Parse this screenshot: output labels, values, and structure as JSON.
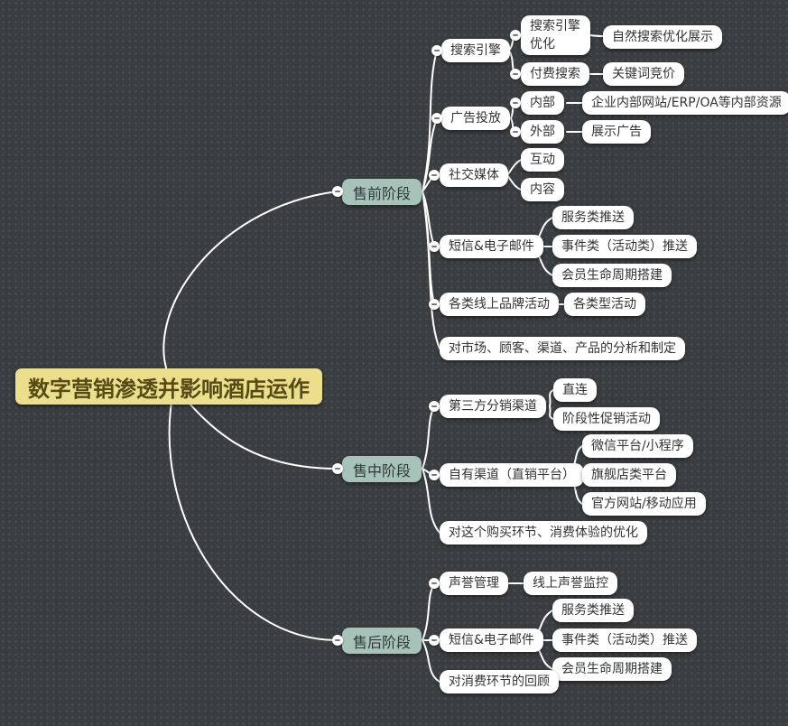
{
  "colors": {
    "background": "#3a3e40",
    "background_dot": "#4a4e50",
    "root_bg": "#ebdf8d",
    "root_text": "#564a15",
    "phase_bg": "#a7c2b8",
    "node_bg": "#ffffff",
    "node_text": "#333333",
    "edge": "#ffffff"
  },
  "icons": {
    "collapse": "minus-circle"
  },
  "mindmap": {
    "root": {
      "label": "数字营销渗透并影响酒店运作"
    },
    "branches": [
      {
        "label": "售前阶段",
        "children": [
          {
            "label": "搜索引擎",
            "children": [
              {
                "label": "搜索引擎优化",
                "children": [
                  {
                    "label": "自然搜索优化展示"
                  }
                ]
              },
              {
                "label": "付费搜索",
                "children": [
                  {
                    "label": "关键词竞价"
                  }
                ]
              }
            ]
          },
          {
            "label": "广告投放",
            "children": [
              {
                "label": "内部",
                "children": [
                  {
                    "label": "企业内部网站/ERP/OA等内部资源"
                  }
                ]
              },
              {
                "label": "外部",
                "children": [
                  {
                    "label": "展示广告"
                  }
                ]
              }
            ]
          },
          {
            "label": "社交媒体",
            "children": [
              {
                "label": "互动"
              },
              {
                "label": "内容"
              }
            ]
          },
          {
            "label": "短信&电子邮件",
            "children": [
              {
                "label": "服务类推送"
              },
              {
                "label": "事件类（活动类）推送"
              },
              {
                "label": "会员生命周期搭建"
              }
            ]
          },
          {
            "label": "各类线上品牌活动",
            "children": [
              {
                "label": "各类型活动"
              }
            ]
          },
          {
            "label": "对市场、顾客、渠道、产品的分析和制定"
          }
        ]
      },
      {
        "label": "售中阶段",
        "children": [
          {
            "label": "第三方分销渠道",
            "children": [
              {
                "label": "直连"
              },
              {
                "label": "阶段性促销活动"
              }
            ]
          },
          {
            "label": "自有渠道（直销平台）",
            "children": [
              {
                "label": "微信平台/小程序"
              },
              {
                "label": "旗舰店类平台"
              },
              {
                "label": "官方网站/移动应用"
              }
            ]
          },
          {
            "label": "对这个购买环节、消费体验的优化"
          }
        ]
      },
      {
        "label": "售后阶段",
        "children": [
          {
            "label": "声誉管理",
            "children": [
              {
                "label": "线上声誉监控"
              }
            ]
          },
          {
            "label": "短信&电子邮件",
            "children": [
              {
                "label": "服务类推送"
              },
              {
                "label": "事件类（活动类）推送"
              },
              {
                "label": "会员生命周期搭建"
              }
            ]
          },
          {
            "label": "对消费环节的回顾"
          }
        ]
      }
    ]
  }
}
